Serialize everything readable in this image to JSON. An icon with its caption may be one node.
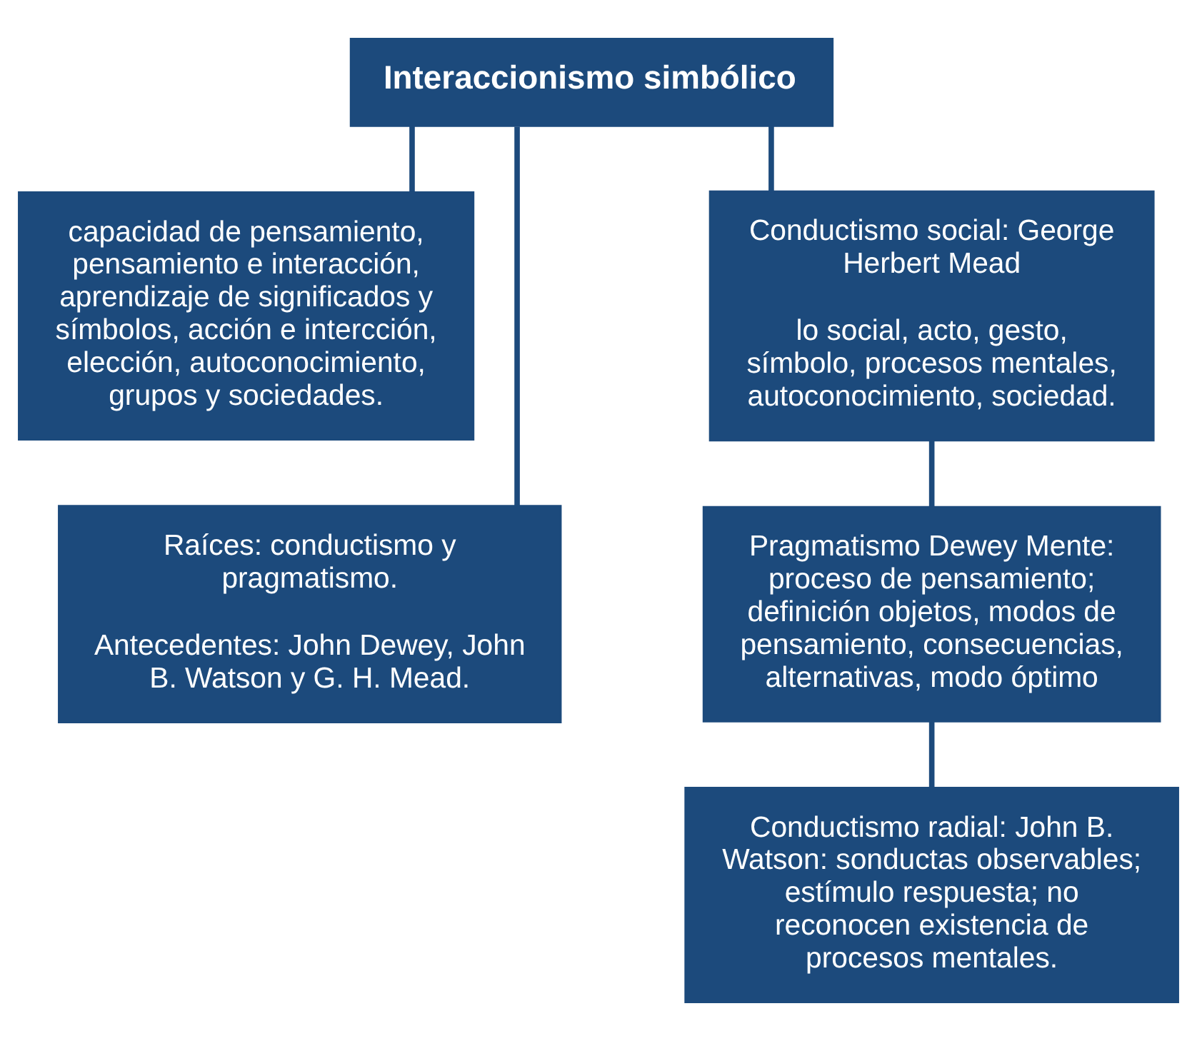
{
  "diagram": {
    "nodes": [
      {
        "text": [
          "Interaccionismo simbólico"
        ]
      },
      {
        "text": [
          "capacidad de pensamiento, pensamiento e interacción, aprendizaje de significados y símbolos, acción e intercción, elección, autoconocimiento, grupos y sociedades."
        ]
      },
      {
        "text": [
          "Raíces: conductismo y pragmatismo.",
          "Antecedentes: John Dewey, John B. Watson y G. H. Mead."
        ]
      },
      {
        "text": [
          "Conductismo social: George Herbert Mead",
          "lo social, acto, gesto, símbolo, procesos mentales, autoconocimiento, sociedad."
        ]
      },
      {
        "text": [
          "Pragmatismo Dewey Mente: proceso de pensamiento; definición objetos, modos de pensamiento, consecuencias, alternativas, modo óptimo"
        ]
      },
      {
        "text": [
          "Conductismo radial: John B. Watson: sonductas observables; estímulo respuesta; no reconocen existencia de procesos mentales."
        ]
      }
    ],
    "edges": [
      {
        "from": 0,
        "to": 1,
        "arrow": "none"
      },
      {
        "from": 0,
        "to": 2,
        "arrow": "none"
      },
      {
        "from": 0,
        "to": 3,
        "arrow": "none"
      },
      {
        "from": 3,
        "to": 4,
        "arrow": "none"
      },
      {
        "from": 4,
        "to": 5,
        "arrow": "none"
      }
    ]
  }
}
